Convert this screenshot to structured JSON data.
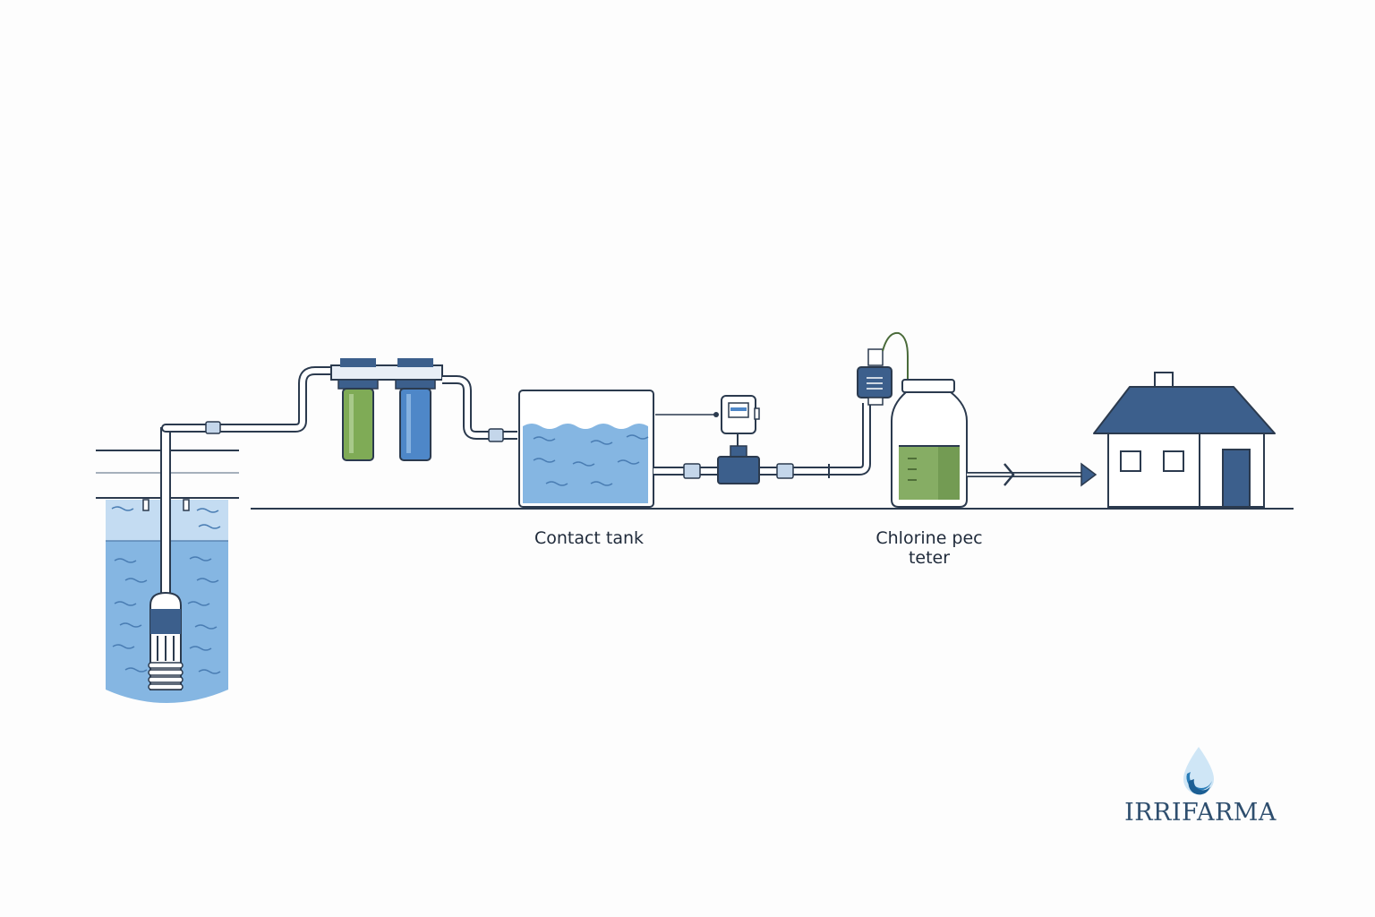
{
  "labels": {
    "contact_tank": "Contact tank",
    "chlorine_line1": "Chlorine pec",
    "chlorine_line2": "teter"
  },
  "brand": {
    "name": "IRRIFARMA",
    "icon": "water-drop-icon"
  },
  "colors": {
    "line": "#2b3a4e",
    "navy": "#3c5f8c",
    "water": "#85b6e2",
    "water_light": "#c4dcf2",
    "filter_green": "#7fab56",
    "filter_blue": "#4e87c8",
    "chlorine_green": "#86ad64"
  }
}
